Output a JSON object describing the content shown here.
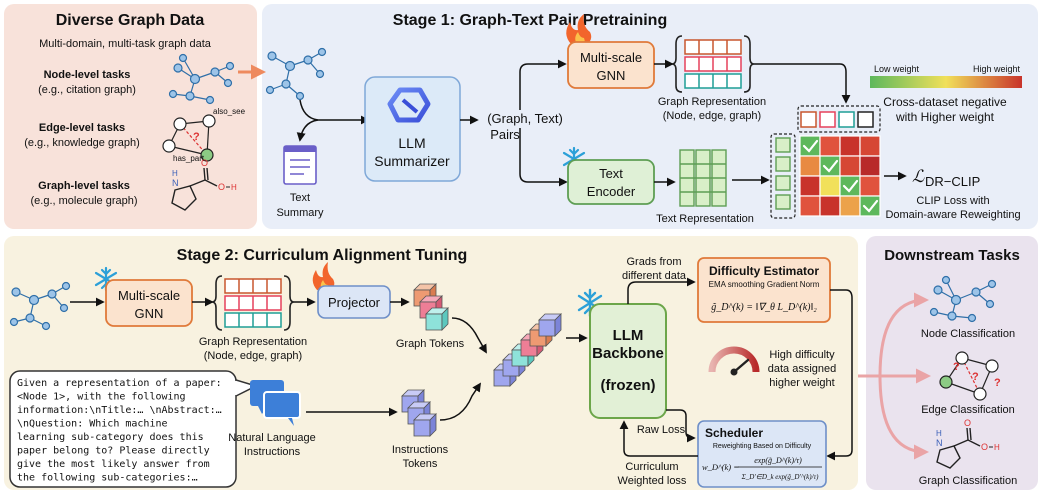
{
  "diverse": {
    "title": "Diverse Graph Data",
    "subtitle": "Multi-domain, multi-task graph data",
    "node_task": "Node-level tasks",
    "node_eg": "(e.g., citation graph)",
    "edge_task": "Edge-level tasks",
    "edge_eg": "(e.g., knowledge graph)",
    "graph_task": "Graph-level tasks",
    "graph_eg": "(e.g., molecule graph)",
    "kg_rel1": "also_see",
    "kg_rel2": "has_part",
    "kg_q": "?",
    "mol_n": "N",
    "mol_h": "H",
    "mol_o": "O",
    "mol_oh": "O",
    "mol_h2": "H"
  },
  "stage1": {
    "title": "Stage 1: Graph-Text Pair Pretraining",
    "text_summary_1": "Text",
    "text_summary_2": "Summary",
    "llm_summarizer_1": "LLM",
    "llm_summarizer_2": "Summarizer",
    "pairs_1": "(Graph, Text)",
    "pairs_2": "Pairs",
    "gnn_1": "Multi-scale",
    "gnn_2": "GNN",
    "graph_rep_1": "Graph Representation",
    "graph_rep_2": "(Node, edge, graph)",
    "text_enc_1": "Text",
    "text_enc_2": "Encoder",
    "text_rep": "Text Representation",
    "low_weight": "Low weight",
    "high_weight": "High weight",
    "cross_1": "Cross-dataset negative",
    "cross_2": "with Higher weight",
    "loss_symbol": "ℒ",
    "loss_sub": "DR−CLIP",
    "clip_1": "CLIP Loss with",
    "clip_2": "Domain-aware Reweighting"
  },
  "stage2": {
    "title": "Stage 2: Curriculum Alignment Tuning",
    "gnn_1": "Multi-scale",
    "gnn_2": "GNN",
    "graph_rep_1": "Graph Representation",
    "graph_rep_2": "(Node, edge, graph)",
    "projector": "Projector",
    "graph_tokens": "Graph Tokens",
    "prompt_lines": [
      "Given a representation of a paper:",
      "<Node 1>, with the following",
      "information:\\nTitle:… \\nAbstract:…",
      "\\nQuestion: Which machine",
      "learning sub-category does this",
      "paper belong to? Please directly",
      "give the most likely answer from",
      "the following sub-categories:…"
    ],
    "nli_1": "Natural Language",
    "nli_2": "Instructions",
    "inst_1": "Instructions",
    "inst_2": "Tokens",
    "llm_1": "LLM",
    "llm_2": "Backbone",
    "llm_3": "(frozen)",
    "grads_1": "Grads from",
    "grads_2": "different data",
    "de_title": "Difficulty Estimator",
    "de_sub": "EMA smoothing Gradient Norm",
    "de_formula": "g̃_D^(k) = ‖∇_θ L_D^(k)‖₂",
    "high_1": "High difficulty",
    "high_2": "data assigned",
    "high_3": "higher weight",
    "raw_loss": "Raw Loss",
    "sched_title": "Scheduler",
    "sched_sub": "Reweighting Based on Difficulty",
    "sched_lhs": "w_D^(k) =",
    "sched_num": "exp(g̃_D^(k)/τ)",
    "sched_den": "Σ_D'∈D_k exp(g̃_D'^(k)/τ)",
    "curr_1": "Curriculum",
    "curr_2": "Weighted loss"
  },
  "downstream": {
    "title": "Downstream Tasks",
    "node": "Node Classification",
    "edge": "Edge Classification",
    "graph": "Graph Classification",
    "q": "?",
    "mol_n": "N",
    "mol_h": "H",
    "mol_o": "O",
    "mol_oh": "O",
    "mol_h2": "H"
  },
  "colors": {
    "panel1": "#F8E2DA",
    "panel2": "#E9EEF8",
    "panel3": "#F8F2E0",
    "panel4": "#EAE3EE",
    "gnn_fill": "#FBE3CE",
    "gnn_stroke": "#E07A3A",
    "text_enc_fill": "#DFF0D6",
    "llm_fill": "#E2F0D6",
    "llm_stroke": "#6CA64A",
    "node_fill": "#9DC4E8",
    "node_stroke": "#2F6FA8",
    "green_node": "#8CCB84",
    "bar_red": "#E66A5A",
    "bar_blue": "#4CB3B8"
  }
}
